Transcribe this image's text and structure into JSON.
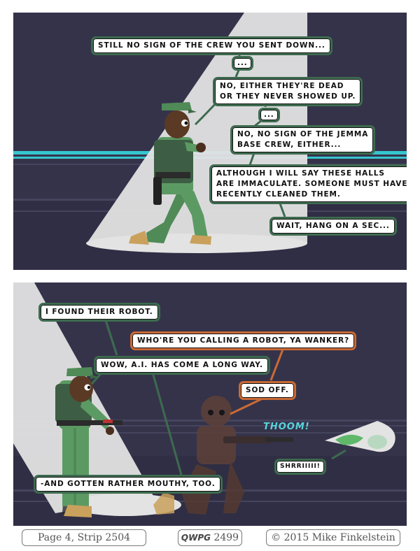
{
  "panel1": {
    "bubbles": {
      "b1": "Still no sign of the crew you sent down...",
      "b2": "...",
      "b3_line1": "No, either they're dead",
      "b3_line2": "or they never showed up.",
      "b4": "...",
      "b5_line1": "No, no sign of the Jemma",
      "b5_line2": "base crew, either...",
      "b6_line1": "Although I will say these halls",
      "b6_line2": "are immaculate. Someone must have",
      "b6_line3": "recently cleaned them.",
      "b7": "Wait, hang on a sec..."
    }
  },
  "panel2": {
    "bubbles": {
      "b1": "I found their robot.",
      "b2": "Who're you calling a robot, ya wanker?",
      "b3": "Wow, A.I. has come a long way.",
      "b4": "Sod off.",
      "b5": "-and gotten rather mouthy, too."
    },
    "sfx": {
      "thoom": "THOOM!",
      "shrriii": "SHRRIIIII!"
    }
  },
  "footer": {
    "page_strip": "Page 4, Strip 2504",
    "logo_text": "QWPG",
    "logo_number": "2499",
    "copyright": "© 2015 Mike Finkelstein"
  },
  "colors": {
    "panel_bg": "#35334a",
    "spotlight": "#e3e3e3",
    "stripe": "#35c5cf",
    "bubble_green": "#3d6b4f",
    "bubble_orange": "#c96a35",
    "soldier_green": "#5c9a63",
    "robot_brown": "#6e4a3c"
  }
}
